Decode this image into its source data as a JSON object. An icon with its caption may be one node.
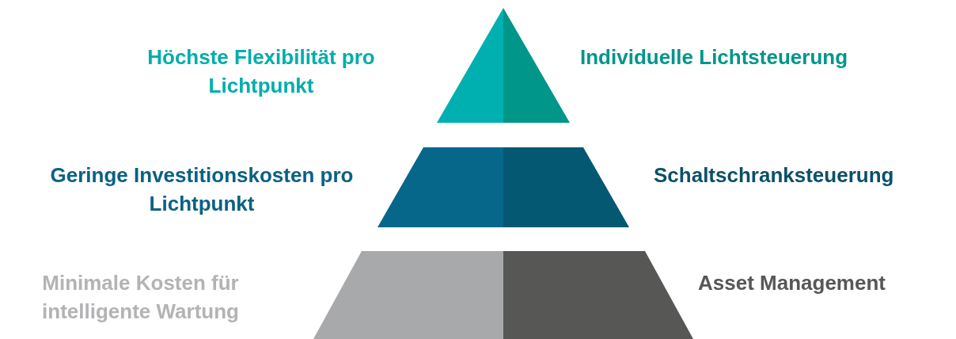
{
  "diagram": {
    "nodes": [
      {
        "text": [],
        "shape": "triangle",
        "beside": [
          "Höchste Flexibilität pro Lichtpunkt"
        ]
      },
      {
        "text": [],
        "shape": "triangle",
        "beside": [
          "Individuelle Lichtsteuerung"
        ]
      },
      {
        "text": [],
        "shape": "trapezoid",
        "beside": [
          "Geringe Investitionskosten pro Lichtpunkt"
        ]
      },
      {
        "text": [],
        "shape": "trapezoid",
        "beside": [
          "Schaltschranksteuerung"
        ]
      },
      {
        "text": [],
        "shape": "trapezoid",
        "beside": [
          "Minimale Kosten für intelligente Wartung"
        ]
      },
      {
        "text": [],
        "shape": "trapezoid",
        "beside": [
          "Asset Management"
        ]
      }
    ],
    "edges": []
  }
}
